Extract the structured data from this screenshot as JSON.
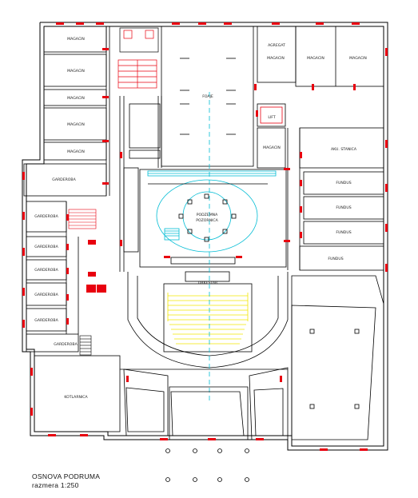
{
  "caption": {
    "title": "OSNOVA PODRUMA",
    "scale": "razmera 1:250"
  },
  "rooms": {
    "magacin": "MAGACIN",
    "garderoba": "GARDEROBA",
    "foaje": "FOAJE",
    "lift": "LIFT",
    "podzemna_pozornica": [
      "PODZEMNA",
      "POZORNICA"
    ],
    "orkestar": "ORKESTAR",
    "kotlarnica": "KOTLARNICA",
    "aglomerat": "AGREGAT",
    "ventilacija": "AKU. STANICA",
    "fundus": "FUNDUS"
  },
  "colors": {
    "walls": "#000000",
    "openings": "#e8000f",
    "axis": "#00bcd4",
    "seating": "#f2e600",
    "labels": "#222222"
  }
}
